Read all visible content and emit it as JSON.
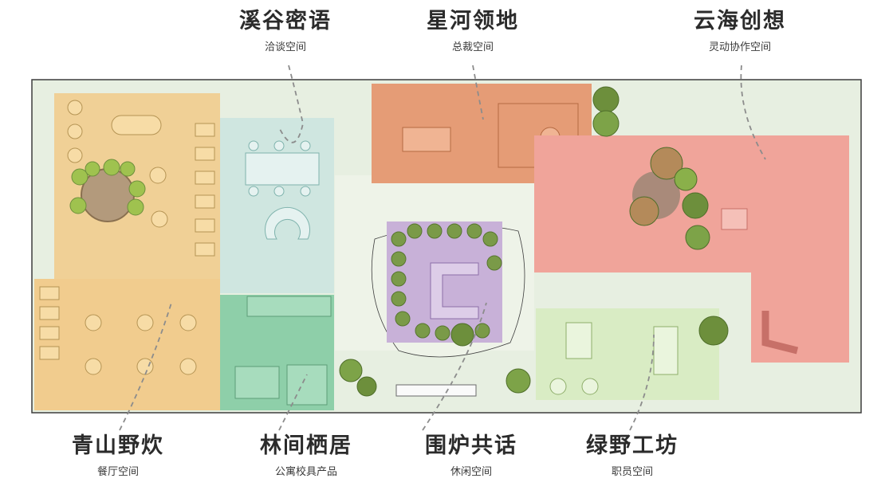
{
  "zones": [
    {
      "id": "xigu",
      "title": "溪谷密语",
      "subtitle": "洽谈空间",
      "color": "#cfe6e0"
    },
    {
      "id": "xinghe",
      "title": "星河领地",
      "subtitle": "总裁空间",
      "color": "#e59c76"
    },
    {
      "id": "yunhai",
      "title": "云海创想",
      "subtitle": "灵动协作空间",
      "color": "#f0a49a"
    },
    {
      "id": "qingshan",
      "title": "青山野炊",
      "subtitle": "餐厅空间",
      "color": "#f1cc8e"
    },
    {
      "id": "linjian",
      "title": "林间栖居",
      "subtitle": "公寓校具产品",
      "color": "#8ecfa9"
    },
    {
      "id": "weilu",
      "title": "围炉共话",
      "subtitle": "休闲空间",
      "color": "#c8b1d8"
    },
    {
      "id": "lvye",
      "title": "绿野工坊",
      "subtitle": "职员空间",
      "color": "#d9ecc4"
    }
  ],
  "colors": {
    "floor": "#e7efe1",
    "wall": "#3d3d3d",
    "tree_dark": "#6d8f3c",
    "tree_light": "#9fc24f",
    "tree_brown": "#b48a5a",
    "leader": "#8c8c8c"
  }
}
